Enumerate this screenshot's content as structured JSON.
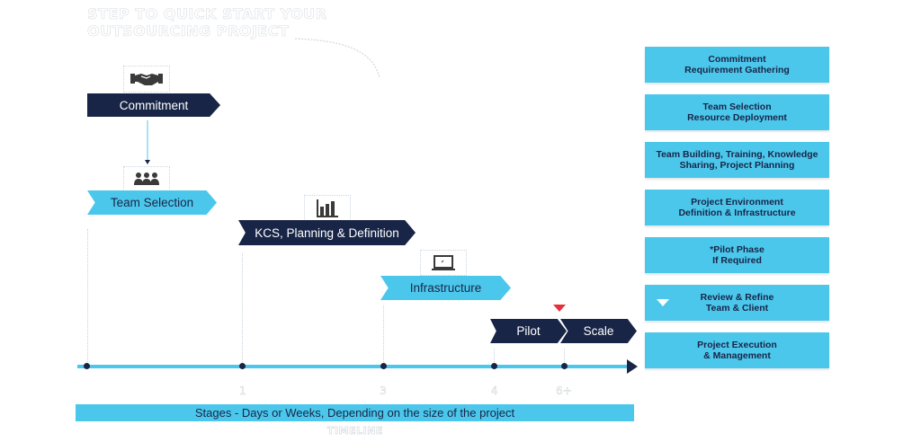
{
  "title": {
    "line1": "STEP TO QUICK START YOUR",
    "line2": "OUTSOURCING PROJECT"
  },
  "stages": [
    {
      "label": "Commitment",
      "icon": "handshake-icon",
      "style": "dark"
    },
    {
      "label": "Team Selection",
      "icon": "team-icon",
      "style": "light"
    },
    {
      "label": "KCS, Planning & Definition",
      "icon": "bar-chart-icon",
      "style": "dark"
    },
    {
      "label": "Infrastructure",
      "icon": "laptop-icon",
      "style": "light"
    },
    {
      "label": "Pilot",
      "icon": "",
      "style": "dark"
    },
    {
      "label": "Scale",
      "icon": "",
      "style": "dark"
    }
  ],
  "timeline": {
    "ticks": [
      "1",
      "3",
      "4",
      "6+"
    ],
    "stages_caption": "Stages - Days or Weeks, Depending on the size of the project",
    "label": "TIMELINE"
  },
  "side_boxes": [
    {
      "line1": "Commitment",
      "line2": "Requirement Gathering"
    },
    {
      "line1": "Team Selection",
      "line2": "Resource Deployment"
    },
    {
      "line1": "Team Building, Training, Knowledge",
      "line2": "Sharing, Project Planning"
    },
    {
      "line1": "Project Environment",
      "line2": "Definition & Infrastructure"
    },
    {
      "line1": "*Pilot Phase",
      "line2": "If Required"
    },
    {
      "line1": "Review & Refine",
      "line2": "Team & Client"
    },
    {
      "line1": "Project Execution",
      "line2": "& Management"
    }
  ],
  "colors": {
    "navy": "#182546",
    "sky": "#4cc7ec",
    "marker_red": "#e8303a"
  }
}
